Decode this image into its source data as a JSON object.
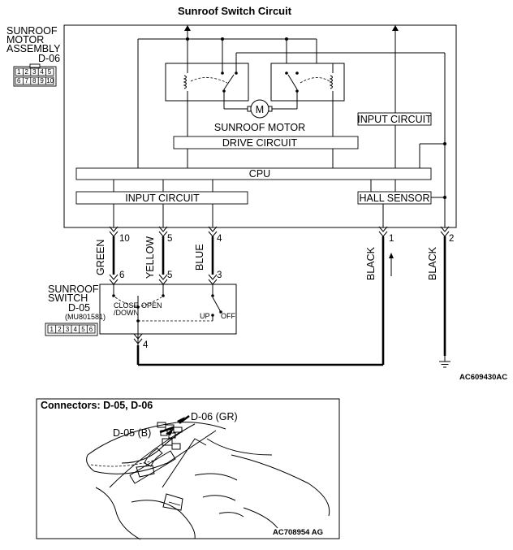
{
  "title": "Sunroof Switch Circuit",
  "motor_assembly": {
    "name_lines": [
      "SUNROOF",
      "MOTOR",
      "ASSEMBLY"
    ],
    "connector": "D-06",
    "pins_top": [
      "1",
      "2",
      "3",
      "4",
      "5"
    ],
    "pins_bottom": [
      "6",
      "7",
      "8",
      "9",
      "10"
    ]
  },
  "boxes": {
    "motor_label": "SUNROOF MOTOR",
    "motor_symbol": "M",
    "drive_circuit": "DRIVE CIRCUIT",
    "cpu": "CPU",
    "input_circuit_left": "INPUT CIRCUIT",
    "input_circuit_right": "INPUT CIRCUIT",
    "hall_sensor": "HALL SENSOR"
  },
  "wires": {
    "green": "GREEN",
    "yellow": "YELLOW",
    "blue": "BLUE",
    "black_1": "BLACK",
    "black_2": "BLACK"
  },
  "pins": {
    "motor_green": "10",
    "motor_yellow": "5",
    "motor_blue": "4",
    "motor_black_1": "1",
    "motor_black_2": "2",
    "switch_green": "6",
    "switch_yellow": "5",
    "switch_blue": "3",
    "switch_ground": "4"
  },
  "sunroof_switch": {
    "name_lines": [
      "SUNROOF",
      "SWITCH"
    ],
    "connector": "D-05",
    "part_number": "(MU801581)",
    "pins": [
      "1",
      "2",
      "3",
      "4",
      "5",
      "6"
    ],
    "close_label": "CLOSE",
    "down_label": "/DOWN",
    "open_label": "OPEN",
    "up_label": "UP",
    "off_label": "OFF"
  },
  "figure_code_1": "AC609430AC",
  "connectors_panel": {
    "title": "Connectors: D-05, D-06",
    "callout_d05": "D-05 (B)",
    "callout_d06": "D-06 (GR)",
    "figure_code": "AC708954 AG"
  }
}
